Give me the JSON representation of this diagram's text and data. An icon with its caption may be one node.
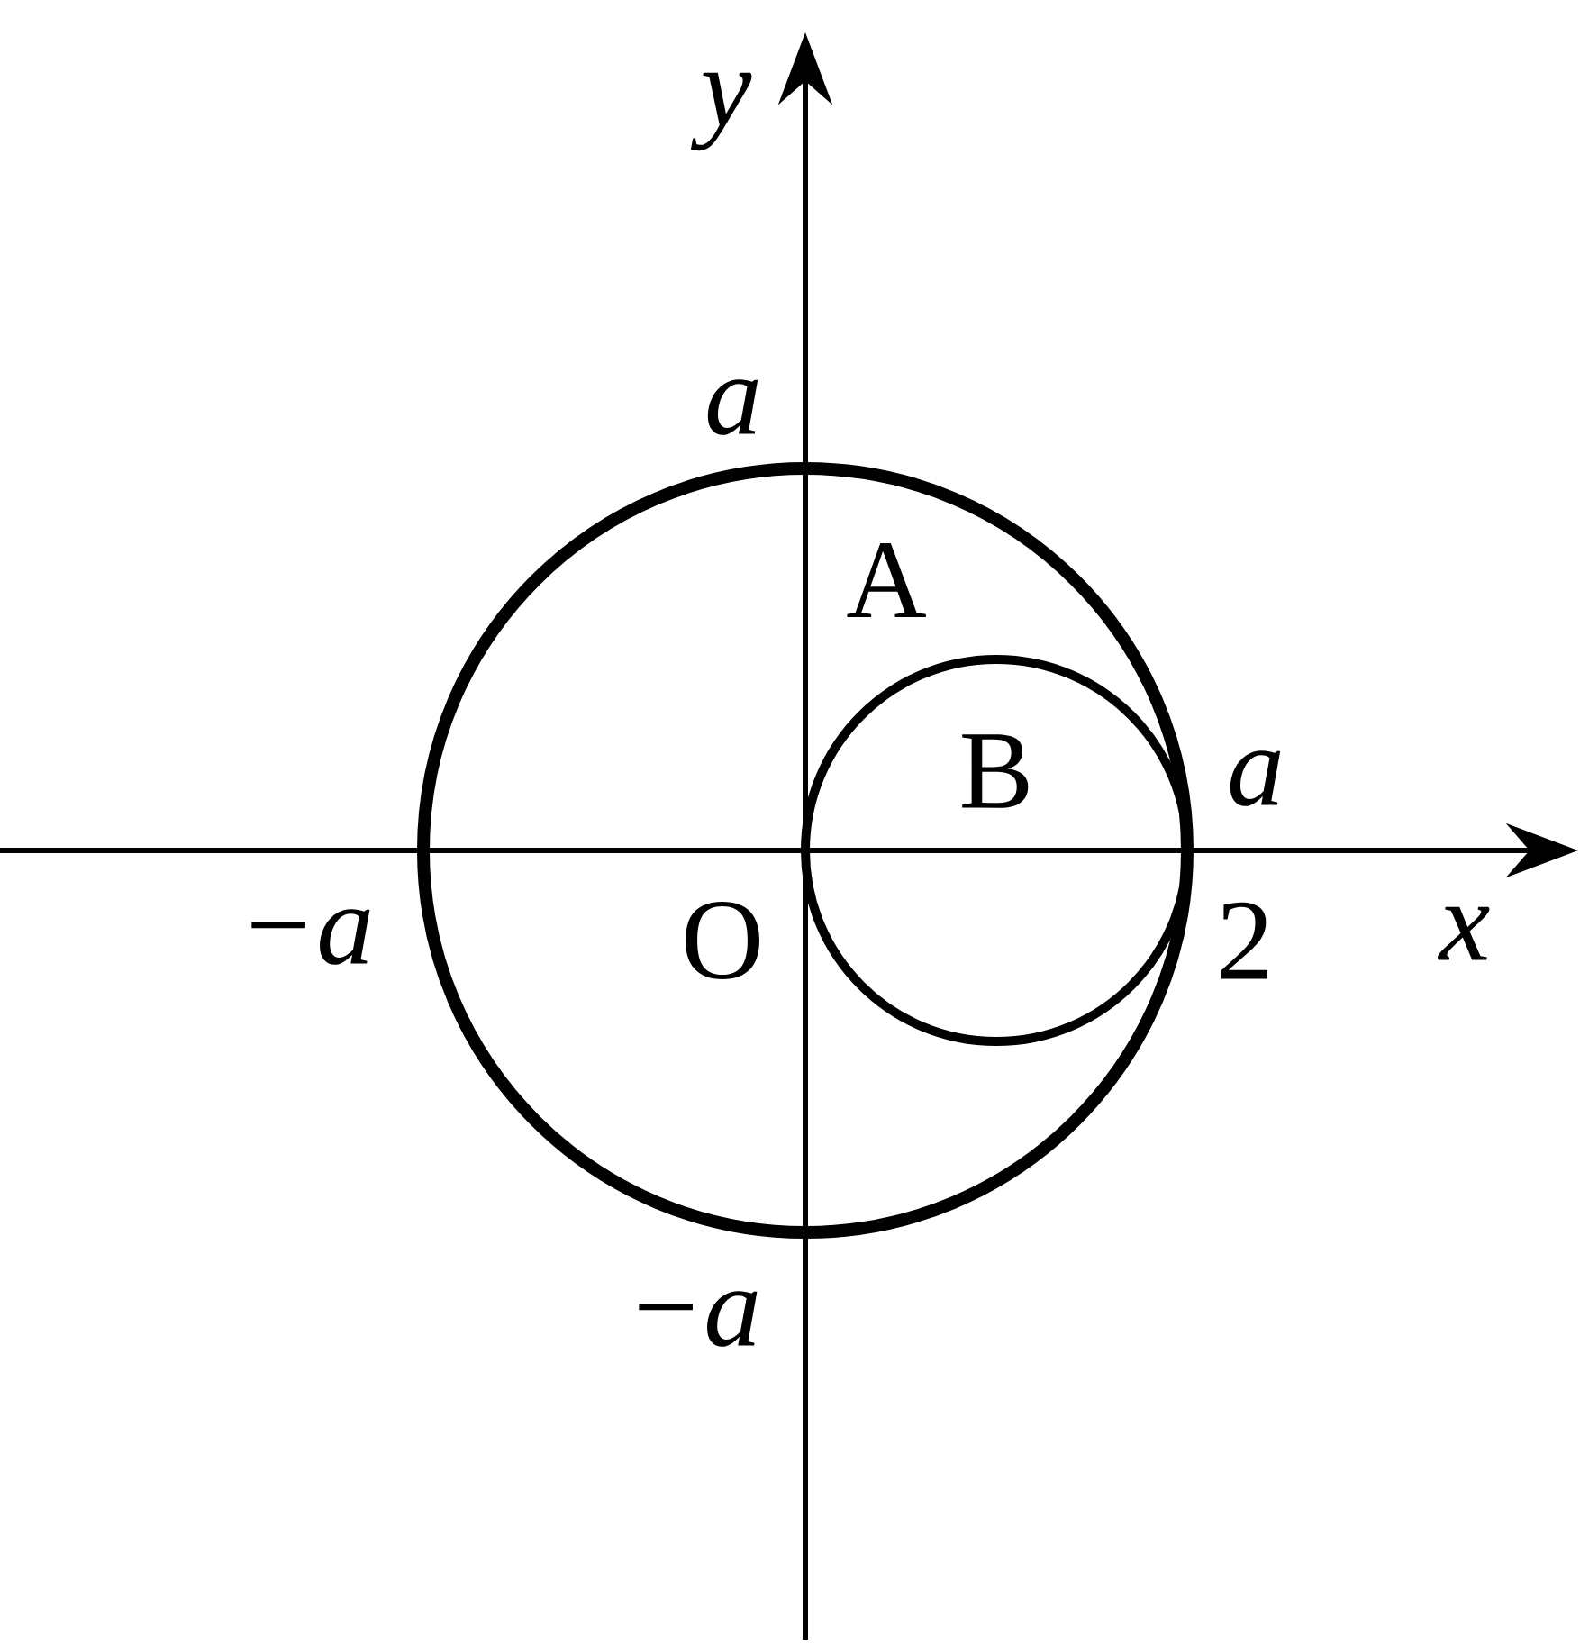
{
  "diagram": {
    "nodes": [
      {
        "text": [
          "A"
        ]
      },
      {
        "text": [
          "B"
        ],
        "in": 0
      }
    ],
    "labels": [
      "y",
      "a",
      "a",
      "−a",
      "O",
      "2",
      "x",
      "−a"
    ]
  }
}
